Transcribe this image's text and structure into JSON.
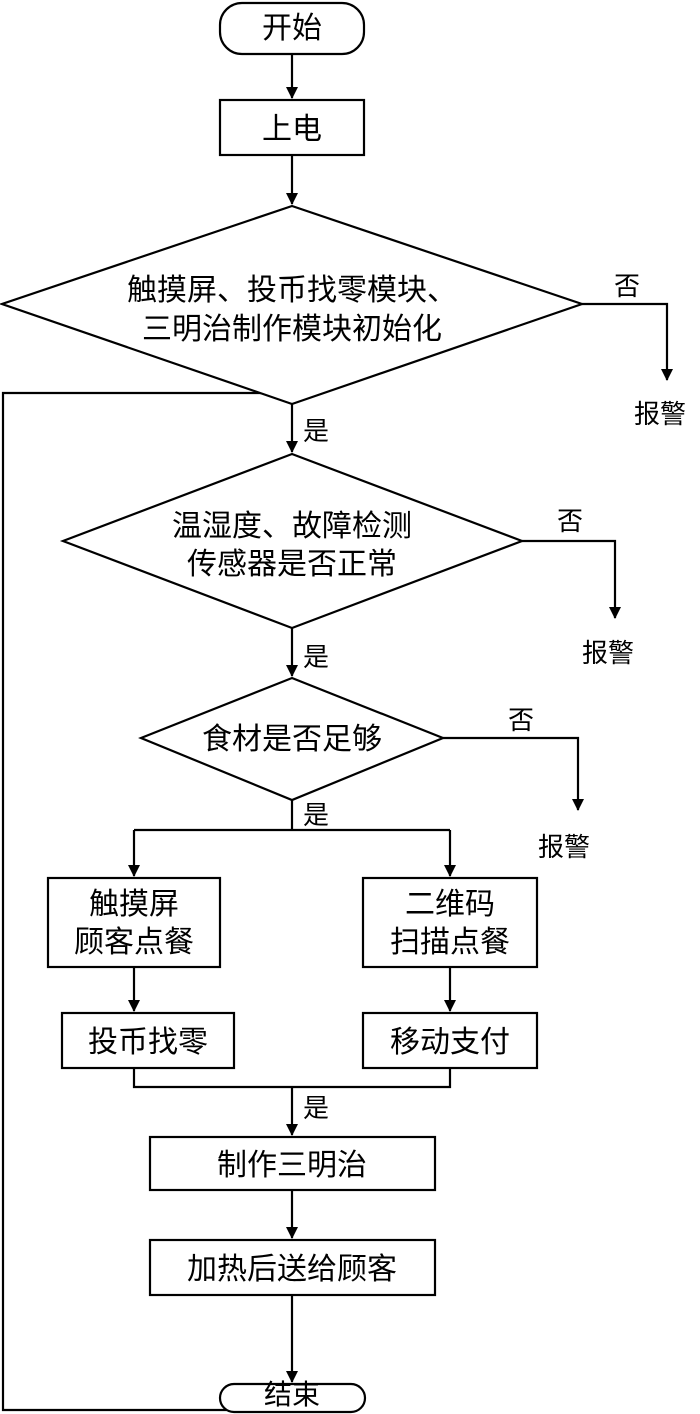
{
  "nodes": {
    "start": "开始",
    "power_on": "上电",
    "init_check": [
      "触摸屏、投币找零模块、",
      "三明治制作模块初始化"
    ],
    "sensor_check": [
      "温湿度、故障检测",
      "传感器是否正常"
    ],
    "ingredient_check": "食材是否足够",
    "touch_order": [
      "触摸屏",
      "顾客点餐"
    ],
    "qr_order": [
      "二维码",
      "扫描点餐"
    ],
    "coin_change": "投币找零",
    "mobile_pay": "移动支付",
    "make_sandwich": "制作三明治",
    "heat_deliver": "加热后送给顾客",
    "end": "结束"
  },
  "branch_labels": {
    "yes": "是",
    "no": "否",
    "alarm": "报警"
  }
}
